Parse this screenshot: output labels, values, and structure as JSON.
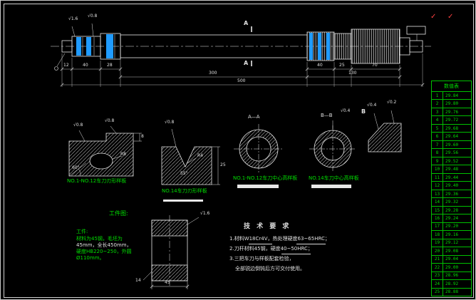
{
  "colors": {
    "line": "#e8e8e8",
    "caption": "#00dd00",
    "table": "#00c000",
    "highlight": "#1f9bff",
    "review_mark": "#ff4242"
  },
  "shaft_view": {
    "dims": [
      "12",
      "40",
      "28",
      "40",
      "25",
      "70",
      "300",
      "130",
      "500"
    ],
    "section_letter": "A",
    "rough_marks": [
      "√1.6",
      "√0.8"
    ]
  },
  "detail1": {
    "caption": "NO.1-NO.12车刀刃形样板",
    "angle": "60°",
    "radius": "R8",
    "step_dim": "8",
    "rough_left": "√0.8",
    "rough_right": "√0.8"
  },
  "detail2": {
    "caption": "NO.14车刀刃形样板",
    "angle": "55°",
    "radius": "R4",
    "side_dim": "25",
    "rough": "√0.8"
  },
  "section_a": {
    "label": "A—A",
    "caption": "NO.1-NO.12车刀中心高样板"
  },
  "section_b": {
    "label": "B—B",
    "caption": "NO.14车刀中心高样板",
    "rough": "√0.4"
  },
  "profile_b": {
    "label": "B",
    "rough1": "√0.4",
    "rough2": "√0.2"
  },
  "workpiece_figure": {
    "title": "工件图:",
    "width_dim": "45",
    "corner_dim": "14",
    "rough": "√1.6"
  },
  "workpiece_note": {
    "heading": "工件:",
    "lines": [
      "材料为45钢，毛坯为",
      "45mm，全长450mm，",
      "硬度HB220~250，外圆",
      "Ø110mm。"
    ]
  },
  "tech_requirements": {
    "title": "技 术 要 求",
    "lines": [
      "1.材料W18Cr4V，热处理硬度63~65HRC；",
      "2.刀杆材料45钢，硬度40~50HRC；",
      "3.三把车刀与样板配套检验，",
      "全部锐边倒钝后方可交付使用。"
    ]
  },
  "review_marks": [
    "✓",
    "✓"
  ],
  "value_table": {
    "header": "数值表",
    "rows": [
      {
        "no": "1",
        "val": "29.84"
      },
      {
        "no": "2",
        "val": "29.80"
      },
      {
        "no": "3",
        "val": "29.76"
      },
      {
        "no": "4",
        "val": "29.72"
      },
      {
        "no": "5",
        "val": "29.68"
      },
      {
        "no": "6",
        "val": "29.64"
      },
      {
        "no": "7",
        "val": "29.60"
      },
      {
        "no": "8",
        "val": "29.56"
      },
      {
        "no": "9",
        "val": "29.52"
      },
      {
        "no": "10",
        "val": "29.48"
      },
      {
        "no": "11",
        "val": "29.44"
      },
      {
        "no": "12",
        "val": "29.40"
      },
      {
        "no": "13",
        "val": "29.36"
      },
      {
        "no": "14",
        "val": "29.32"
      },
      {
        "no": "15",
        "val": "29.28"
      },
      {
        "no": "16",
        "val": "29.24"
      },
      {
        "no": "17",
        "val": "29.20"
      },
      {
        "no": "18",
        "val": "29.16"
      },
      {
        "no": "19",
        "val": "29.12"
      },
      {
        "no": "20",
        "val": "29.08"
      },
      {
        "no": "21",
        "val": "29.04"
      },
      {
        "no": "22",
        "val": "29.00"
      },
      {
        "no": "23",
        "val": "28.96"
      },
      {
        "no": "24",
        "val": "28.92"
      },
      {
        "no": "25",
        "val": "28.88"
      }
    ]
  }
}
